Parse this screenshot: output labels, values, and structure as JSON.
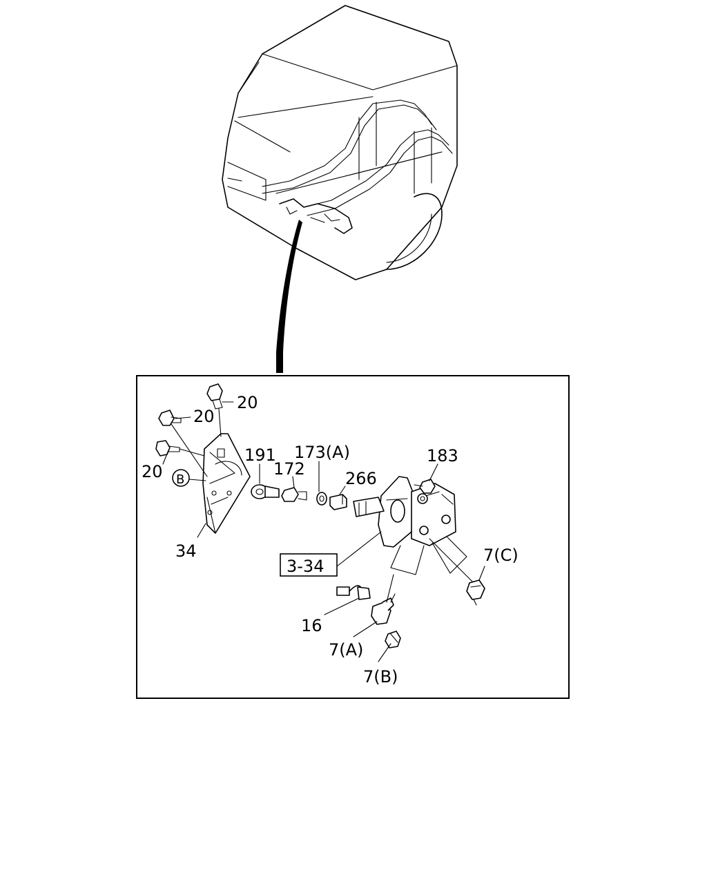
{
  "labels": {
    "bolt_top": "20",
    "bolt_mid": "20",
    "bolt_left": "20",
    "ref_b": "B",
    "bracket": "34",
    "eye_joint": "191",
    "bolt_172": "172",
    "washer": "173(A)",
    "nut": "266",
    "bolt_183": "183",
    "ref_box": "3-34",
    "switch_c": "7(C)",
    "connector": "16",
    "switch_a": "7(A)",
    "switch_b": "7(B)"
  }
}
